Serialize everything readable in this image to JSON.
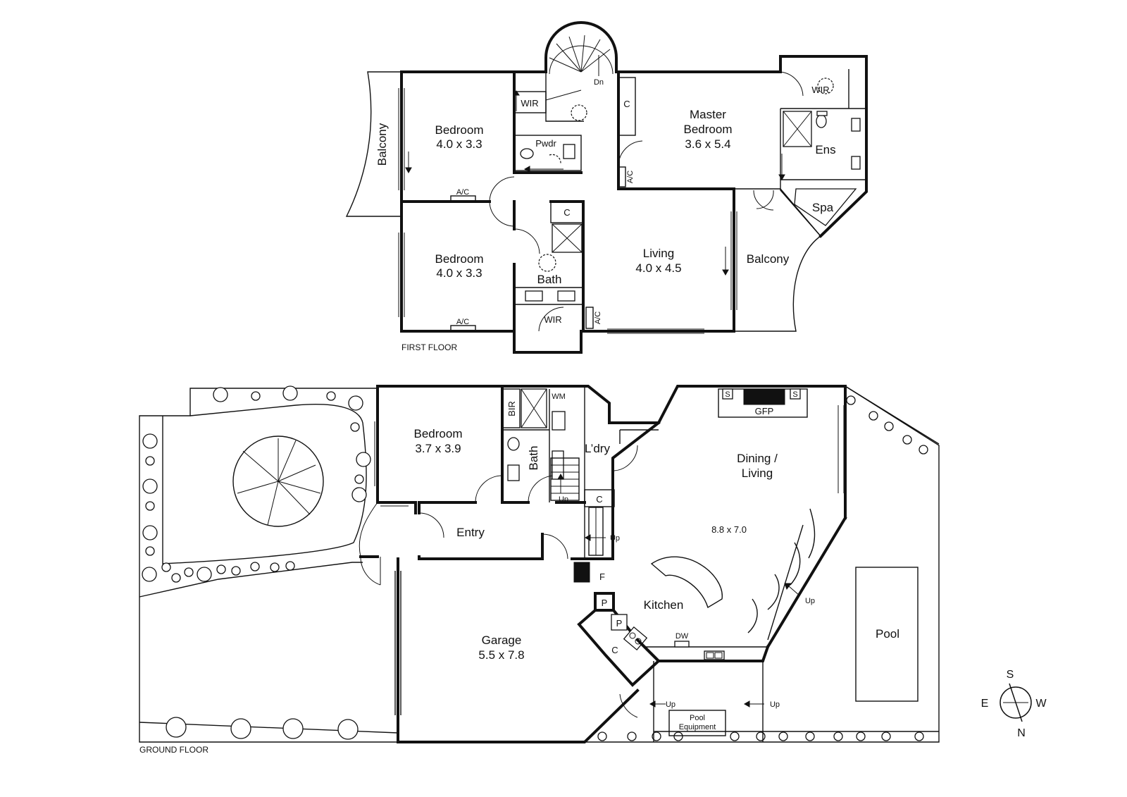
{
  "floors": {
    "first": "FIRST FLOOR",
    "ground": "GROUND FLOOR"
  },
  "first_floor": {
    "balcony_left": "Balcony",
    "bedroom1_name": "Bedroom",
    "bedroom1_size": "4.0 x 3.3",
    "bedroom2_name": "Bedroom",
    "bedroom2_size": "4.0 x 3.3",
    "wir_top": "WIR",
    "wir_bottom": "WIR",
    "wir_master": "WIR",
    "pwdr": "Pwdr",
    "dn": "Dn",
    "closet_top": "C",
    "closet_mid": "C",
    "ac_1": "A/C",
    "ac_2": "A/C",
    "ac_3": "A/C",
    "ac_4": "A/C",
    "master_line1": "Master",
    "master_line2": "Bedroom",
    "master_size": "3.6 x 5.4",
    "ens": "Ens",
    "spa": "Spa",
    "bath": "Bath",
    "living_name": "Living",
    "living_size": "4.0 x 4.5",
    "balcony_right": "Balcony"
  },
  "ground_floor": {
    "bedroom_name": "Bedroom",
    "bedroom_size": "3.7 x 3.9",
    "bir": "BIR",
    "wm": "WM",
    "bath": "Bath",
    "laundry": "L’dry",
    "up_stairs": "Up",
    "up_entry": "Up",
    "up_dining": "Up",
    "up_side1": "Up",
    "up_side2": "Up",
    "closet_ldry": "C",
    "entry": "Entry",
    "fridge": "F",
    "pantry1": "P",
    "pantry2": "P",
    "closet_kitchen": "C",
    "kitchen": "Kitchen",
    "dw": "DW",
    "garage_name": "Garage",
    "garage_size": "5.5 x 7.8",
    "dining_line1": "Dining /",
    "dining_line2": "Living",
    "dining_size": "8.8 x 7.0",
    "gfp": "GFP",
    "gfp_s_left": "S",
    "gfp_s_right": "S",
    "pool": "Pool",
    "pool_equip_line1": "Pool",
    "pool_equip_line2": "Equipment"
  },
  "compass": {
    "s": "S",
    "w": "W",
    "e": "E",
    "n": "N"
  }
}
